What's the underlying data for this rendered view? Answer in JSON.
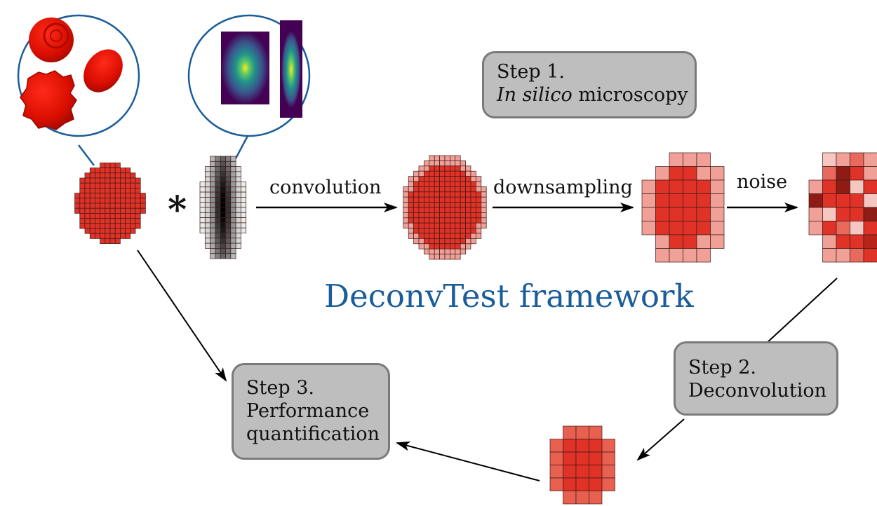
{
  "title": "DeconvTest framework",
  "steps": {
    "step1_line1": "Step 1.",
    "step1_italic": "In silico",
    "step1_rest": " microscopy",
    "step2_line1": "Step 2.",
    "step2_line2": "Deconvolution",
    "step3_line1": "Step 3.",
    "step3_line2": "Performance",
    "step3_line3": "quantification"
  },
  "edges": {
    "convolution": "convolution",
    "downsampling": "downsampling",
    "noise": "noise"
  },
  "operator": "*",
  "colors": {
    "cell_red": "#e03226",
    "light_red": "#f0a097",
    "dark_red": "#8e1c14",
    "psf_start": "#440154",
    "psf_mid": "#21918c",
    "psf_peak": "#fde725",
    "accent_blue": "#1b5d9a",
    "box_fill": "#bebebe",
    "box_border": "#7a7a7a"
  }
}
